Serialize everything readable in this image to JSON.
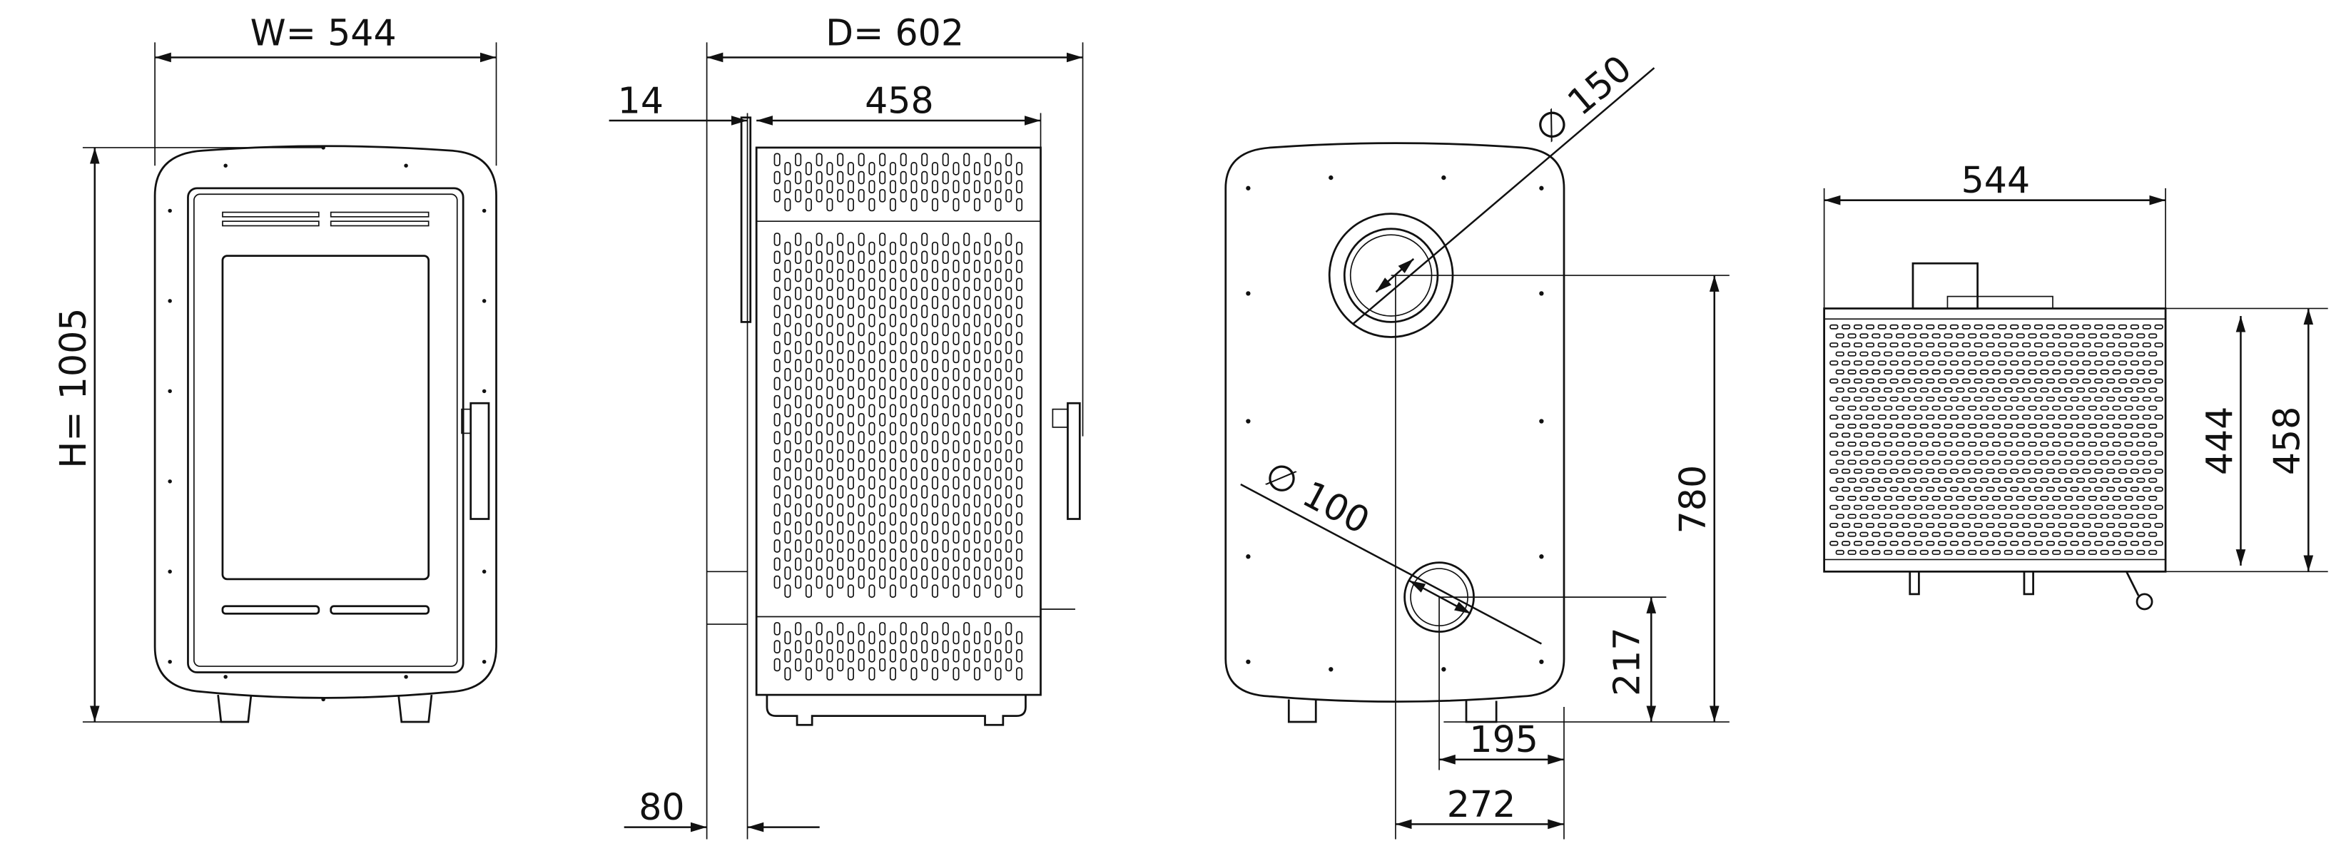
{
  "views": {
    "front": {
      "width_label": "W=  544",
      "height_label": "H=  1005"
    },
    "side": {
      "depth_label": "D=  602",
      "front_offset_label": "14",
      "body_depth_label": "458",
      "bottom_offset_label": "80"
    },
    "rear": {
      "flue_diameter_label": "∅ 150",
      "air_inlet_diameter_label": "∅ 100",
      "flue_height_label": "780",
      "inlet_height_label": "217",
      "inlet_offset_label": "195",
      "flue_offset_label": "272"
    },
    "top": {
      "width_label": "544",
      "inner_depth_label": "444",
      "outer_depth_label": "458"
    }
  }
}
